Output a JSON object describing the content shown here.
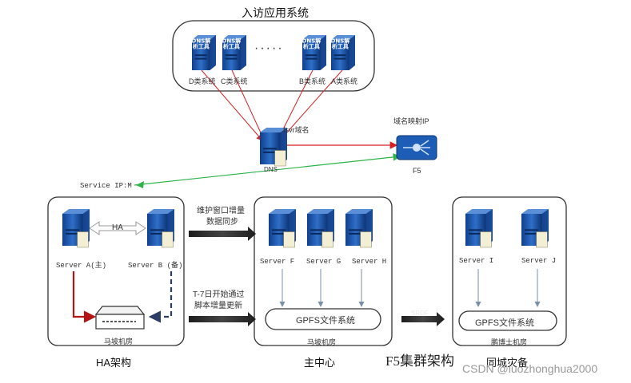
{
  "top_group": {
    "title": "入访应用系统",
    "server_caption": "DNS解析工具",
    "ellipsis": "·····",
    "systems": [
      "D类系统",
      "C类系统",
      "B类系统",
      "A类系统"
    ]
  },
  "dns": {
    "domain_label": "fsvr域名",
    "label": "DNS"
  },
  "f5": {
    "mapping_label": "域名映射IP",
    "label": "F5"
  },
  "service_ip": "Service IP:M",
  "ha_group": {
    "link_label": "HA",
    "server_a": "Server A(主)",
    "server_b": "Server B (备)",
    "room": "马坡机房",
    "caption": "HA架构"
  },
  "sync_arrows": {
    "maintenance": [
      "维护窗口增量",
      "数据同步"
    ],
    "t7": [
      "T-7日开始通过",
      "脚本增量更新"
    ]
  },
  "main_center": {
    "servers": [
      "Server F",
      "Server G",
      "Server H"
    ],
    "gpfs": "GPFS文件系统",
    "room": "马坡机房",
    "caption": "主中心"
  },
  "srdf_label": "SRDF",
  "f5_cluster_caption": "F5集群架构",
  "dr_center": {
    "servers": [
      "Server I",
      "Server J"
    ],
    "gpfs": "GPFS文件系统",
    "room": "鹏博士机房",
    "caption": "同城灾备"
  },
  "watermark": "CSDN @luozhonghua2000"
}
